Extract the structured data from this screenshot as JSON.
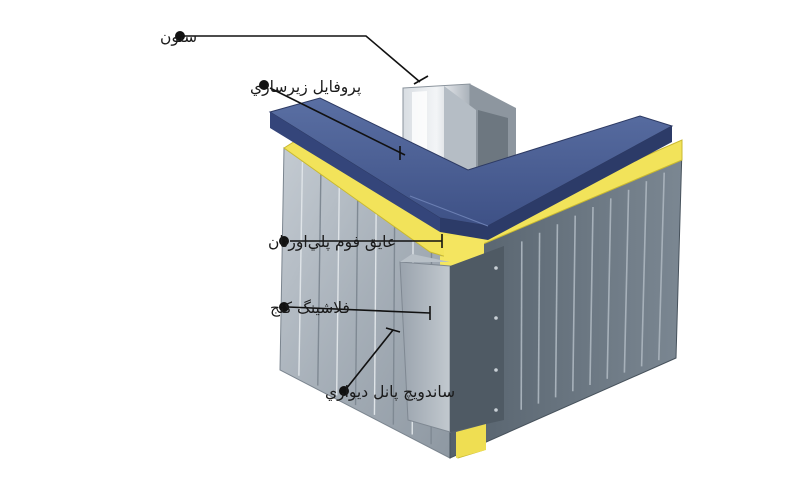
{
  "labels": {
    "column": "ستون",
    "sub_profile": "پروفایل زیرسازي",
    "insulation": "عایق فوم پلي‌اورتان",
    "corner_flashing": "فلاشینگ کنج",
    "wall_panel": "ساندویچ پانل دیواري"
  },
  "colors": {
    "panel_face": "#a9b2bb",
    "panel_dark": "#3c4650",
    "foam": "#f2e35a",
    "roof": "#4a5f92",
    "leader": "#111111"
  }
}
